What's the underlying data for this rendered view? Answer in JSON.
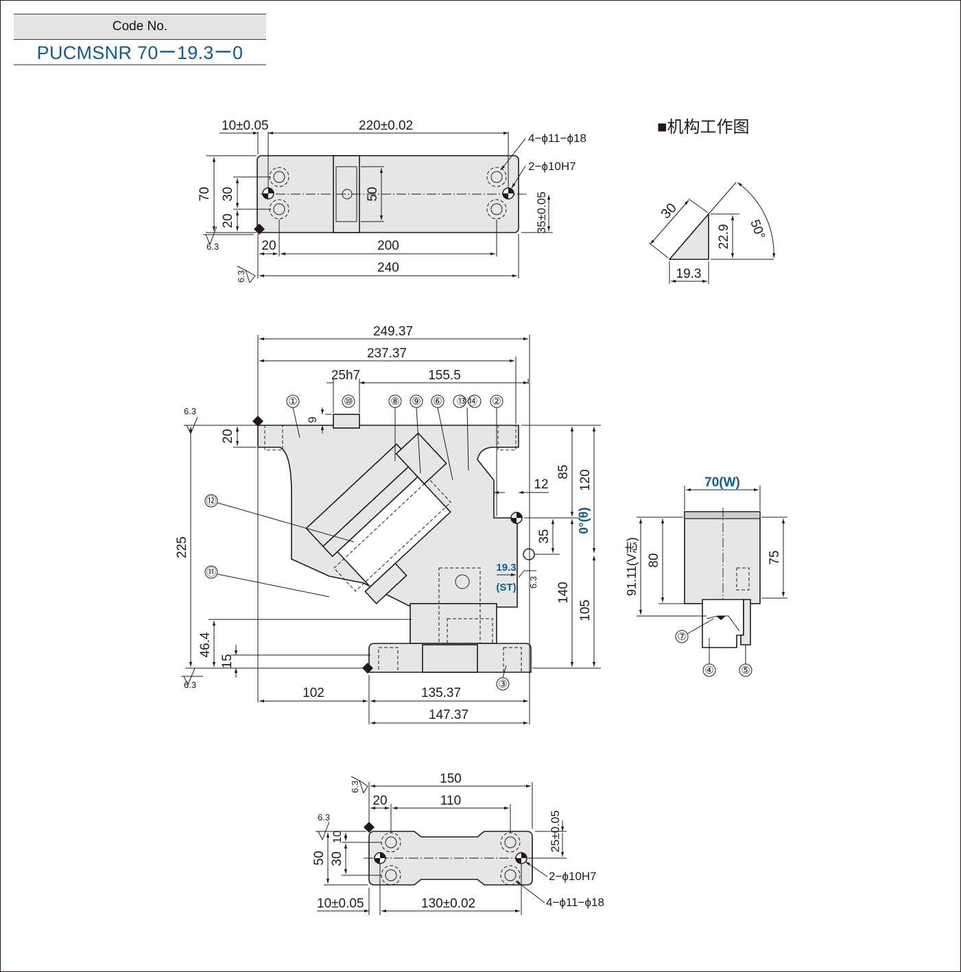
{
  "code": {
    "label": "Code No.",
    "value": "PUCMSNR 70ー19.3ー0"
  },
  "mechanism": {
    "title": "■机构工作图",
    "side": "30",
    "height": "22.9",
    "base": "19.3",
    "angle": "50°"
  },
  "top_view": {
    "d_10": "10±0.05",
    "d_220": "220±0.02",
    "hole_spec": "4−ϕ11−ϕ18",
    "pin_spec": "2−ϕ10H7",
    "d_70": "70",
    "d_30": "30",
    "d_20": "20",
    "d_50": "50",
    "d_35": "35±0.05",
    "d_20b": "20",
    "d_200": "200",
    "d_240": "240",
    "rough_1": "6.3",
    "rough_2": "6.3"
  },
  "front_view": {
    "d_249": "249.37",
    "d_237": "237.37",
    "d_25h7": "25h7",
    "d_155": "155.5",
    "d_9": "9",
    "d_20": "20",
    "d_12": "12",
    "d_85": "85",
    "d_120": "120",
    "d_35": "35",
    "theta": "0°(θ)",
    "st_value": "19.3",
    "st_label": "(ST)",
    "rough_st": "6.3",
    "d_140": "140",
    "d_105": "105",
    "d_225": "225",
    "d_46": "46.4",
    "d_15": "15",
    "d_102": "102",
    "d_135": "135.37",
    "d_147": "147.37",
    "rough_top": "6.3",
    "rough_bottom": "6.3",
    "parts": [
      "①",
      "②",
      "③",
      "⑥",
      "⑧",
      "⑨",
      "⑩",
      "⑪",
      "⑫",
      "⑬⑭"
    ]
  },
  "side_view": {
    "width_label": "70(W)",
    "d_80": "80",
    "d_75": "75",
    "d_91": "91.11(V志)",
    "parts": [
      "④",
      "⑤",
      "⑦"
    ]
  },
  "bottom_view": {
    "d_150": "150",
    "d_20": "20",
    "d_110": "110",
    "d_25": "25±0.05",
    "d_10": "10",
    "d_30": "30",
    "d_50": "50",
    "pin_spec": "2−ϕ10H7",
    "hole_spec": "4−ϕ11−ϕ18",
    "d_10b": "10±0.05",
    "d_130": "130±0.02",
    "rough_1": "6.3",
    "rough_2": "6.3"
  },
  "colors": {
    "accent": "#0d5b93",
    "ink": "#231815",
    "fill": "#e6e6e6"
  }
}
